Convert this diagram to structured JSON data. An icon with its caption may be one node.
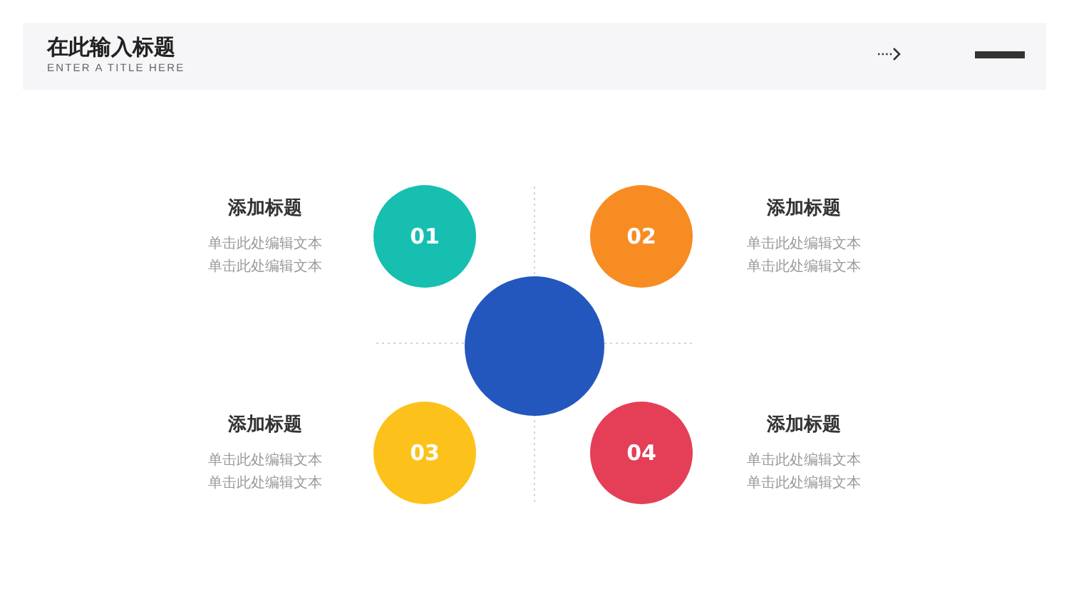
{
  "diagram": {
    "title": "在此输入标题",
    "nodes": [
      {
        "text": [
          "01"
        ],
        "beside": [
          "添加标题",
          "单击此处编辑文本单击此处编辑文本"
        ]
      },
      {
        "text": [
          "02"
        ],
        "beside": [
          "添加标题",
          "单击此处编辑文本单击此处编辑文本"
        ]
      },
      {
        "text": [],
        "shape": "circle"
      },
      {
        "text": [
          "03"
        ],
        "beside": [
          "添加标题",
          "单击此处编辑文本单击此处编辑文本"
        ]
      },
      {
        "text": [
          "04"
        ],
        "beside": [
          "添加标题",
          "单击此处编辑文本单击此处编辑文本"
        ]
      }
    ],
    "labels": [
      "ENTER A TITLE HERE"
    ]
  }
}
